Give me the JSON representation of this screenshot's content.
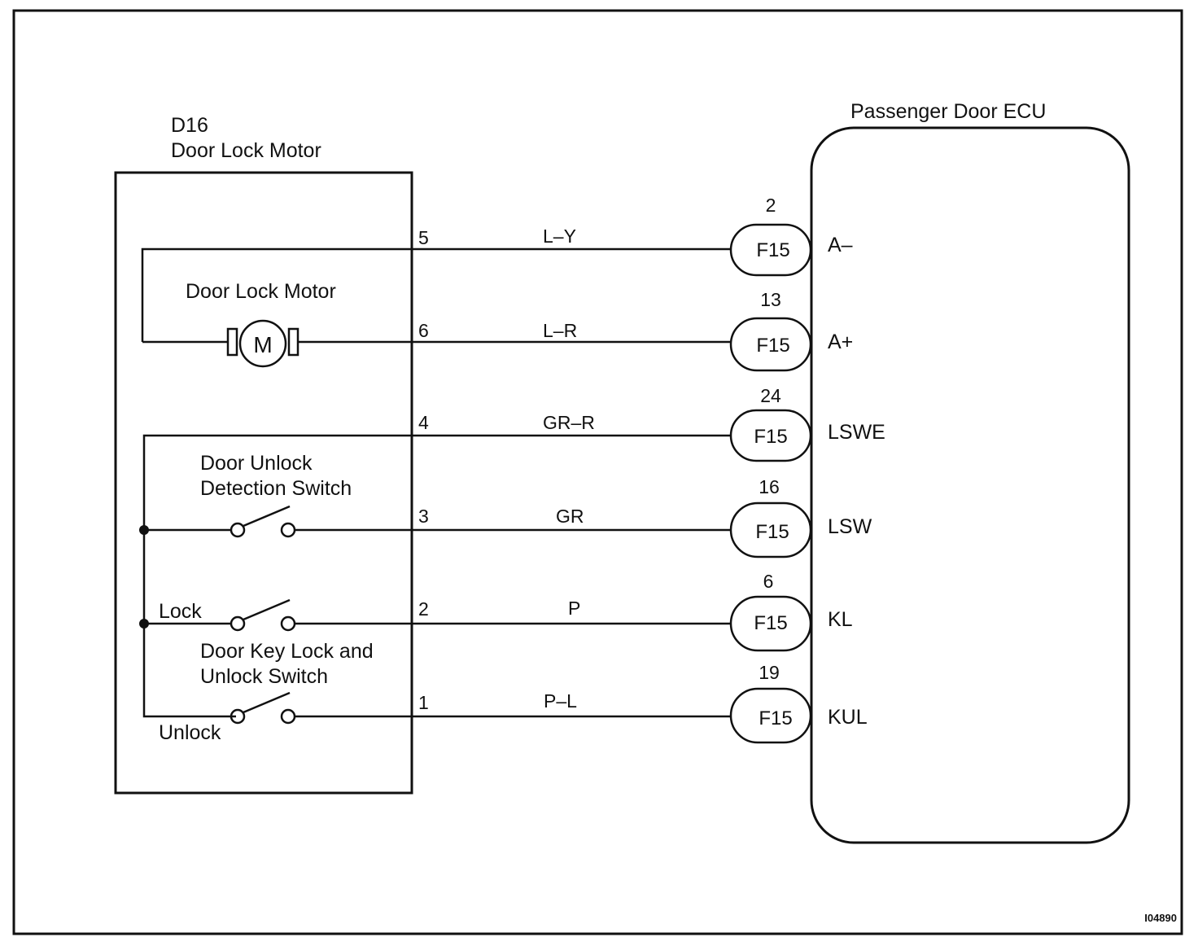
{
  "component": {
    "id": "D16",
    "name": "Door Lock Motor"
  },
  "ecu": {
    "name": "Passenger Door ECU"
  },
  "internal_labels": {
    "motor": "Door Lock Motor",
    "motor_symbol": "M",
    "unlock_detection_line1": "Door Unlock",
    "unlock_detection_line2": "Detection Switch",
    "key_switch_line1": "Door Key Lock and",
    "key_switch_line2": "Unlock Switch",
    "lock": "Lock",
    "unlock": "Unlock"
  },
  "wires": [
    {
      "pin": "5",
      "color": "L–Y",
      "connector": "F15",
      "ecu_pin": "2",
      "terminal": "A–"
    },
    {
      "pin": "6",
      "color": "L–R",
      "connector": "F15",
      "ecu_pin": "13",
      "terminal": "A+"
    },
    {
      "pin": "4",
      "color": "GR–R",
      "connector": "F15",
      "ecu_pin": "24",
      "terminal": "LSWE"
    },
    {
      "pin": "3",
      "color": "GR",
      "connector": "F15",
      "ecu_pin": "16",
      "terminal": "LSW"
    },
    {
      "pin": "2",
      "color": "P",
      "connector": "F15",
      "ecu_pin": "6",
      "terminal": "KL"
    },
    {
      "pin": "1",
      "color": "P–L",
      "connector": "F15",
      "ecu_pin": "19",
      "terminal": "KUL"
    }
  ],
  "figure_id": "I04890"
}
